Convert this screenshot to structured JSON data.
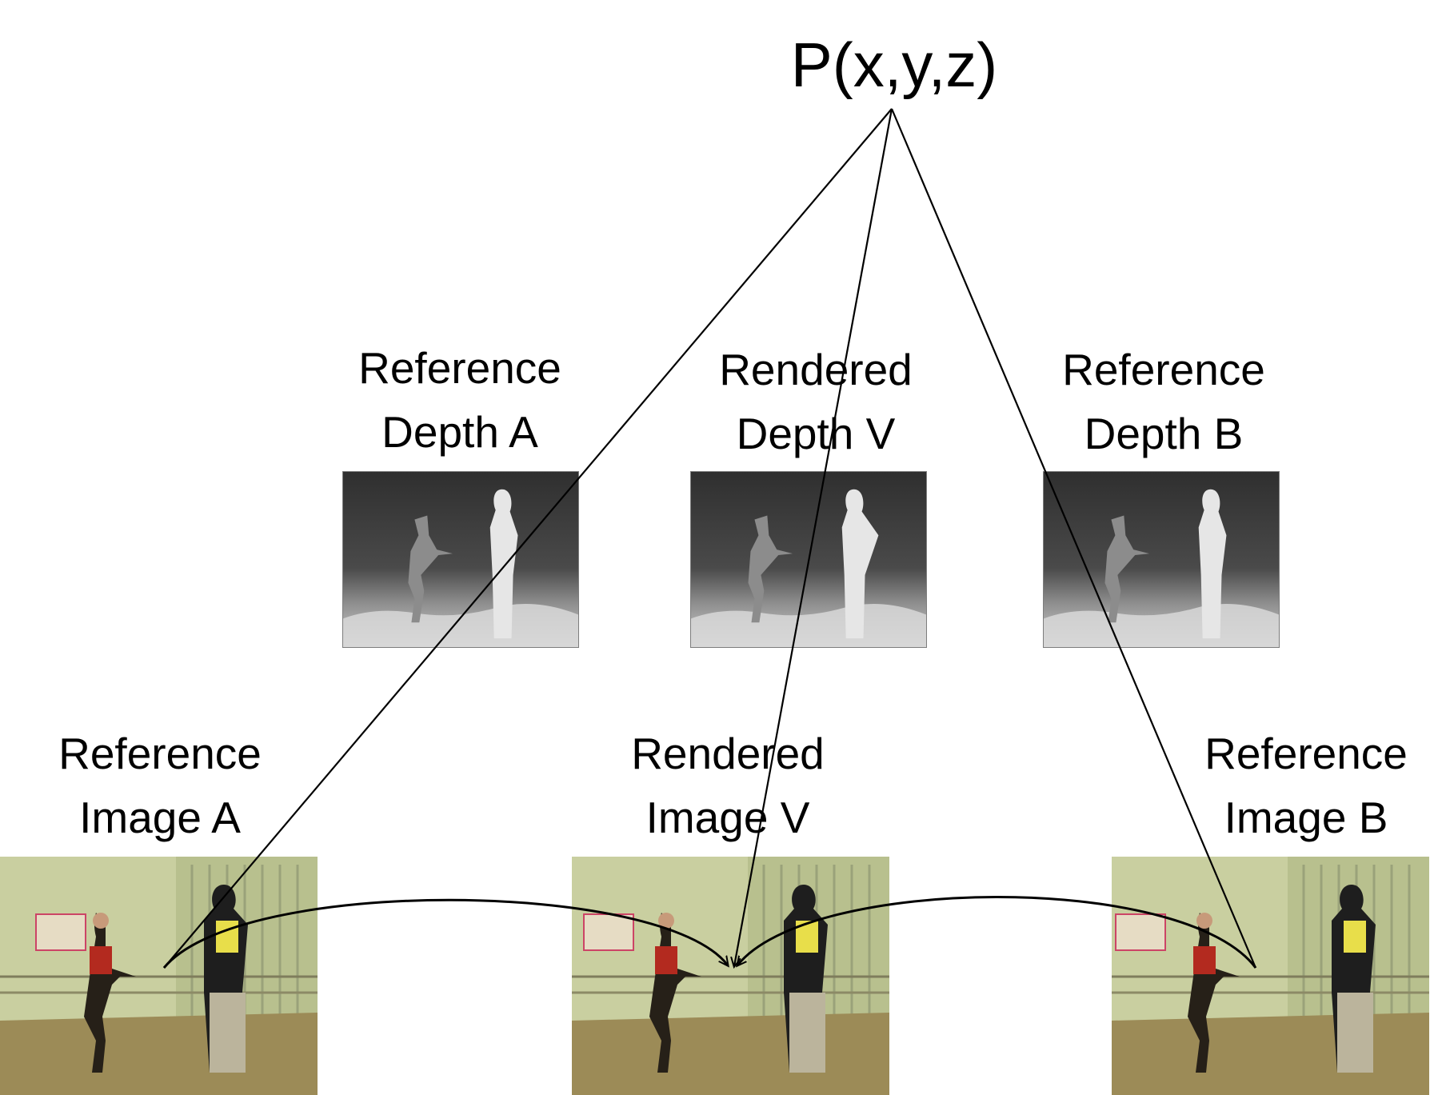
{
  "point_label": "P(x,y,z)",
  "depth_maps": [
    {
      "line1": "Reference",
      "line2": "Depth A"
    },
    {
      "line1": "Rendered",
      "line2": "Depth V"
    },
    {
      "line1": "Reference",
      "line2": "Depth B"
    }
  ],
  "images": [
    {
      "line1": "Reference",
      "line2": "Image A"
    },
    {
      "line1": "Rendered",
      "line2": "Image V"
    },
    {
      "line1": "Reference",
      "line2": "Image B"
    }
  ]
}
